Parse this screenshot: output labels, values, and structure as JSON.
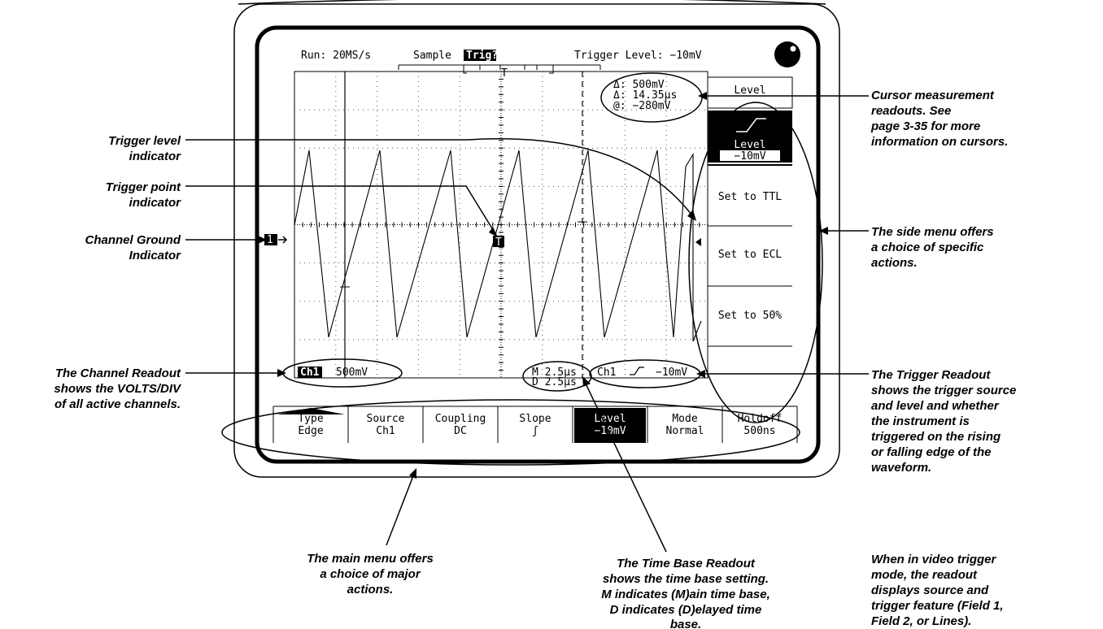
{
  "status_bar": {
    "run": "Run: 20MS/s",
    "mode": "Sample",
    "trig_state": "Trig?",
    "trigger_level": "Trigger Level: −10mV",
    "t_marker": "T"
  },
  "cursor_readout": {
    "line1": "Δ: 500mV",
    "line2": "Δ: 14.35µs",
    "line3": "@: −280mV"
  },
  "channel_marker": "1",
  "trigger_point_marker": "T",
  "channel_readout": {
    "channel": "Ch1",
    "scale": "500mV"
  },
  "timebase_readout": {
    "main": "M  2.5µs",
    "delayed": "D  2.5µs"
  },
  "trigger_readout": {
    "source": "Ch1",
    "level": "−10mV"
  },
  "side_menu": {
    "title": "Level",
    "selected_label": "Level",
    "selected_value": "−10mV",
    "items": [
      "Set to TTL",
      "Set to ECL",
      "Set to 50%"
    ]
  },
  "main_menu": [
    {
      "top": "Type",
      "bottom": "Edge"
    },
    {
      "top": "Source",
      "bottom": "Ch1"
    },
    {
      "top": "Coupling",
      "bottom": "DC"
    },
    {
      "top": "Slope",
      "bottom": "ʃ"
    },
    {
      "top": "Level",
      "bottom": "−10mV"
    },
    {
      "top": "Mode",
      "bottom": "Normal"
    },
    {
      "top": "Holdoff",
      "bottom": "500ns"
    }
  ],
  "annotations": {
    "trigger_level": [
      "Trigger level",
      "indicator"
    ],
    "trigger_point": [
      "Trigger point",
      "indicator"
    ],
    "channel_ground": [
      "Channel Ground",
      "Indicator"
    ],
    "channel_readout": [
      "The Channel Readout",
      "shows the VOLTS/DIV",
      "of all active channels."
    ],
    "main_menu": [
      "The main menu offers",
      "a choice of major",
      "actions."
    ],
    "timebase": [
      "The Time Base Readout",
      "shows the time base setting.",
      "M indicates (M)ain time base,",
      "D indicates (D)elayed time",
      "base."
    ],
    "cursor": [
      "Cursor measurement",
      "readouts. See",
      "page 3-35 for more",
      "information on cursors."
    ],
    "side_menu": [
      "The side menu offers",
      "a choice of specific",
      "actions."
    ],
    "trigger_readout": [
      "The Trigger Readout",
      "shows the trigger source",
      "and level and whether",
      "the instrument is",
      "triggered on the rising",
      "or falling edge of the",
      "waveform."
    ],
    "video": [
      "When in video trigger",
      "mode, the readout",
      "displays source and",
      "trigger feature (Field 1,",
      "Field 2, or Lines)."
    ]
  },
  "colors": {
    "ink": "#000000",
    "paper": "#ffffff",
    "grid": "#555555"
  }
}
